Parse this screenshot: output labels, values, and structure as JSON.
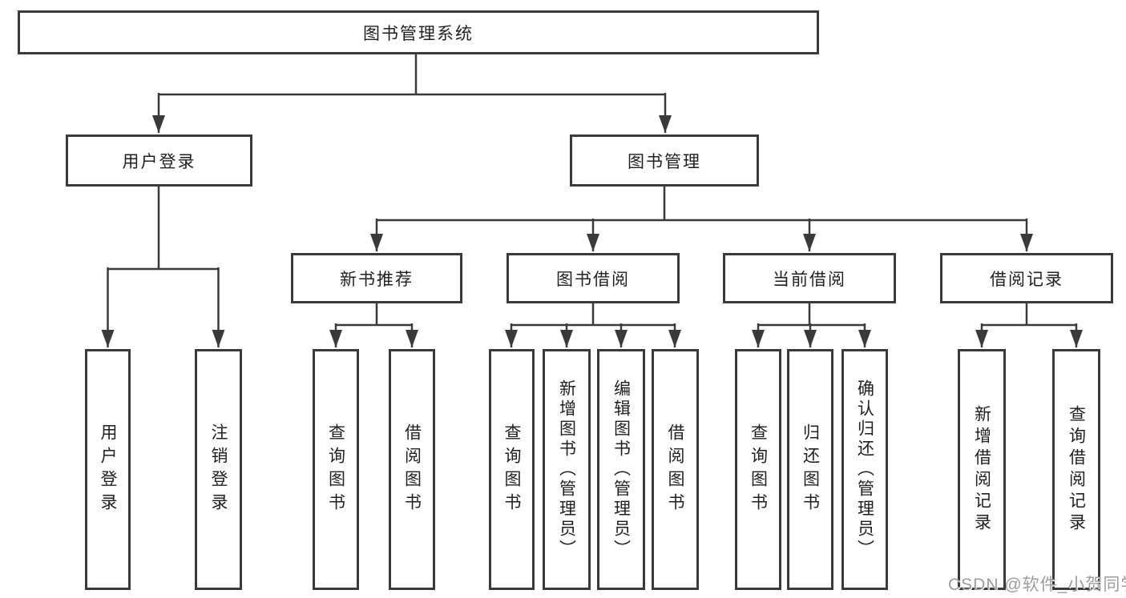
{
  "tree": {
    "root": {
      "label": "图书管理系统"
    },
    "branches": [
      {
        "label": "用户登录",
        "children": [
          {
            "label": "用户登录"
          },
          {
            "label": "注销登录"
          }
        ]
      },
      {
        "label": "图书管理",
        "children": [
          {
            "label": "新书推荐",
            "children": [
              {
                "label": "查询图书"
              },
              {
                "label": "借阅图书"
              }
            ]
          },
          {
            "label": "图书借阅",
            "children": [
              {
                "label": "查询图书"
              },
              {
                "label": "新增图书（管理员）"
              },
              {
                "label": "编辑图书（管理员）"
              },
              {
                "label": "借阅图书"
              }
            ]
          },
          {
            "label": "当前借阅",
            "children": [
              {
                "label": "查询图书"
              },
              {
                "label": "归还图书"
              },
              {
                "label": "确认归还（管理员）"
              }
            ]
          },
          {
            "label": "借阅记录",
            "children": [
              {
                "label": "新增借阅记录"
              },
              {
                "label": "查询借阅记录"
              }
            ]
          }
        ]
      }
    ]
  },
  "watermark": {
    "text": "CSDN @软件_小贺同学"
  },
  "colors": {
    "line": "#3a3a3a",
    "box_border": "#3a3a3a",
    "text": "#1f1f1f",
    "watermark": "#9c9c9c",
    "background": "#ffffff"
  }
}
